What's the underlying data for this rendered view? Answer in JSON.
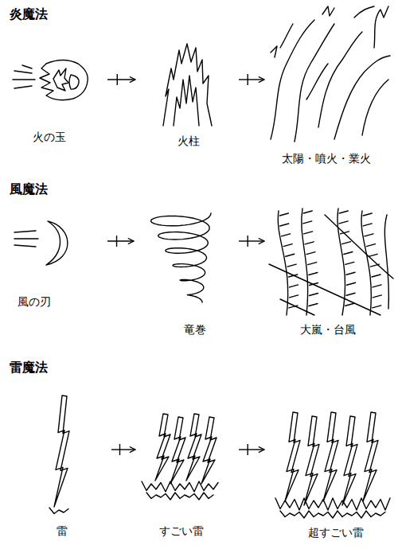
{
  "diagram": {
    "nodes": [
      {
        "text": [
          "火の玉"
        ]
      },
      {
        "text": [
          "火柱"
        ]
      },
      {
        "text": [
          "太陽・噴火・業火"
        ]
      },
      {
        "text": [
          "風の刃"
        ]
      },
      {
        "text": [
          "竜巻"
        ]
      },
      {
        "text": [
          "大嵐・台風"
        ]
      },
      {
        "text": [
          "雷"
        ]
      },
      {
        "text": [
          "すごい雷"
        ]
      },
      {
        "text": [
          "超すごい雷"
        ]
      }
    ],
    "edges": [
      {
        "from": 0,
        "to": 1,
        "arrow": "to"
      },
      {
        "from": 1,
        "to": 2,
        "arrow": "to"
      },
      {
        "from": 3,
        "to": 4,
        "arrow": "to"
      },
      {
        "from": 4,
        "to": 5,
        "arrow": "to"
      },
      {
        "from": 6,
        "to": 7,
        "arrow": "to"
      },
      {
        "from": 7,
        "to": 8,
        "arrow": "to"
      }
    ],
    "labels": [
      "炎魔法",
      "風魔法",
      "雷魔法"
    ]
  }
}
